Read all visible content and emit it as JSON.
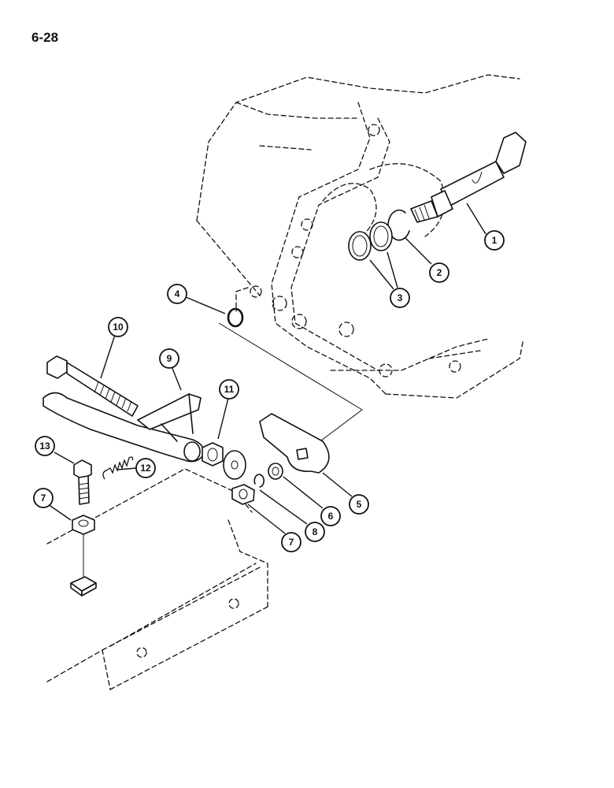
{
  "page": {
    "number": "6-28"
  },
  "callouts": [
    {
      "id": "c1",
      "label": "1"
    },
    {
      "id": "c2",
      "label": "2"
    },
    {
      "id": "c3",
      "label": "3"
    },
    {
      "id": "c4",
      "label": "4"
    },
    {
      "id": "c5",
      "label": "5"
    },
    {
      "id": "c6",
      "label": "6"
    },
    {
      "id": "c7a",
      "label": "7"
    },
    {
      "id": "c7b",
      "label": "7"
    },
    {
      "id": "c8",
      "label": "8"
    },
    {
      "id": "c9",
      "label": "9"
    },
    {
      "id": "c10",
      "label": "10"
    },
    {
      "id": "c11",
      "label": "11"
    },
    {
      "id": "c12",
      "label": "12"
    },
    {
      "id": "c13",
      "label": "13"
    }
  ]
}
